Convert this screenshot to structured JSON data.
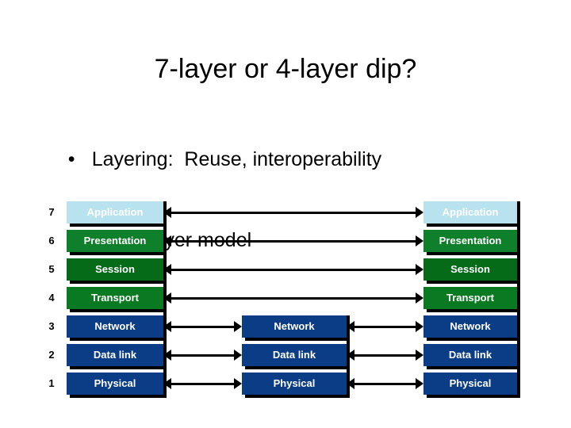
{
  "slide": {
    "title": "7-layer or 4-layer dip?",
    "bullets": [
      {
        "marker": "•",
        "text": "Layering:  Reuse, interoperability"
      },
      {
        "marker": "•",
        "text": "OSI 7-layer model"
      }
    ]
  },
  "diagram": {
    "layers": [
      {
        "number": "7",
        "name": "Application",
        "color": "#b9e2ef",
        "span": "end-to-end"
      },
      {
        "number": "6",
        "name": "Presentation",
        "color": "#0e7f2a",
        "span": "end-to-end"
      },
      {
        "number": "5",
        "name": "Session",
        "color": "#066b19",
        "span": "end-to-end"
      },
      {
        "number": "4",
        "name": "Transport",
        "color": "#0a7a22",
        "span": "end-to-end"
      },
      {
        "number": "3",
        "name": "Network",
        "color": "#0b3d86",
        "span": "hop-by-hop"
      },
      {
        "number": "2",
        "name": "Data link",
        "color": "#0b3d86",
        "span": "hop-by-hop"
      },
      {
        "number": "1",
        "name": "Physical",
        "color": "#0b3d86",
        "span": "hop-by-hop"
      }
    ],
    "columns": [
      "host-left",
      "router-middle",
      "host-right"
    ],
    "shadow_color": "#000000",
    "arrow_color": "#000000"
  }
}
